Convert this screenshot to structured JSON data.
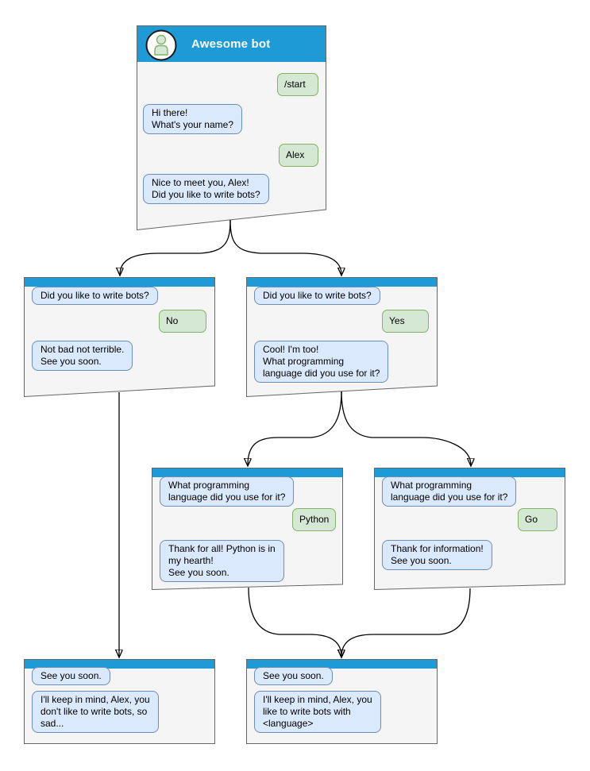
{
  "colors": {
    "header_blue": "#1e9bd7",
    "window_fill": "#f5f5f5",
    "window_border": "#666666",
    "bot_bubble_fill": "#dbe9fc",
    "bot_bubble_border": "#6c8ebf",
    "user_bubble_fill": "#d5e8d4",
    "user_bubble_border": "#82b366"
  },
  "windows": {
    "main": {
      "title": "Awesome bot",
      "avatar": "person-icon",
      "messages": {
        "start": "/start",
        "greeting": "Hi there!\nWhat's your name?",
        "name": "Alex",
        "nice": "Nice to meet you, Alex!\nDid you like to write bots?"
      }
    },
    "branch_no": {
      "question": "Did you like to write bots?",
      "answer": "No",
      "reply": "Not bad not terrible.\nSee you soon."
    },
    "branch_yes": {
      "question": "Did you like to write bots?",
      "answer": "Yes",
      "reply": "Cool! I'm too!\nWhat programming\nlanguage did you use for it?"
    },
    "branch_python": {
      "question": "What programming\nlanguage did you use for it?",
      "answer": "Python",
      "reply": "Thank for all! Python is in\nmy hearth!\nSee you soon."
    },
    "branch_go": {
      "question": "What programming\nlanguage did you use for it?",
      "answer": "Go",
      "reply": "Thank for information!\nSee you soon."
    },
    "end_no": {
      "question": "See you soon.",
      "reply": "I'll keep in mind, Alex, you\ndon't like to write bots, so\nsad..."
    },
    "end_yes": {
      "question": "See you soon.",
      "reply": "I'll keep in mind, Alex, you\nlike to write bots with\n<language>"
    }
  }
}
